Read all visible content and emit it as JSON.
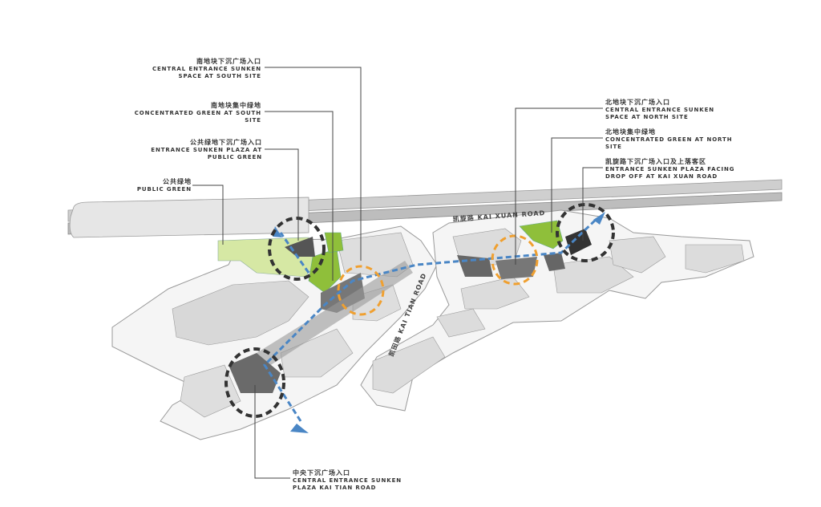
{
  "labels": {
    "south_sunken": {
      "zh": "南地块下沉广场入口",
      "en": "CENTRAL ENTRANCE SUNKEN\nSPACE AT SOUTH SITE"
    },
    "south_green": {
      "zh": "南地块集中绿地",
      "en": "CONCENTRATED GREEN AT SOUTH\nSITE"
    },
    "public_green_plaza": {
      "zh": "公共绿地下沉广场入口",
      "en": "ENTRANCE SUNKEN PLAZA AT\nPUBLIC GREEN"
    },
    "public_green": {
      "zh": "公共绿地",
      "en": "PUBLIC GREEN"
    },
    "north_sunken": {
      "zh": "北地块下沉广场入口",
      "en": "CENTRAL ENTRANCE SUNKEN\nSPACE AT NORTH SITE"
    },
    "north_green": {
      "zh": "北地块集中绿地",
      "en": "CONCENTRATED GREEN AT NORTH\nSITE"
    },
    "kai_xuan_plaza": {
      "zh": "凯旋路下沉广场入口及上落客区",
      "en": "ENTRANCE SUNKEN PLAZA FACING\nDROP OFF AT KAI XUAN ROAD"
    },
    "central_kai_tian": {
      "zh": "中央下沉广场入口",
      "en": "CENTRAL ENTRANCE SUNKEN\nPLAZA KAI TIAN ROAD"
    }
  },
  "roads": {
    "kai_xuan": "凯旋路  KAI XUAN ROAD",
    "kai_tian": "凯田路  KAI TIAN ROAD"
  },
  "colors": {
    "green_light": "#d6e8a4",
    "green_dark": "#8fbf3a",
    "building": "#dcdcdc",
    "flow_arrow": "#4a86c5",
    "orange_circle": "#f0a030",
    "black_circle": "#333333"
  }
}
